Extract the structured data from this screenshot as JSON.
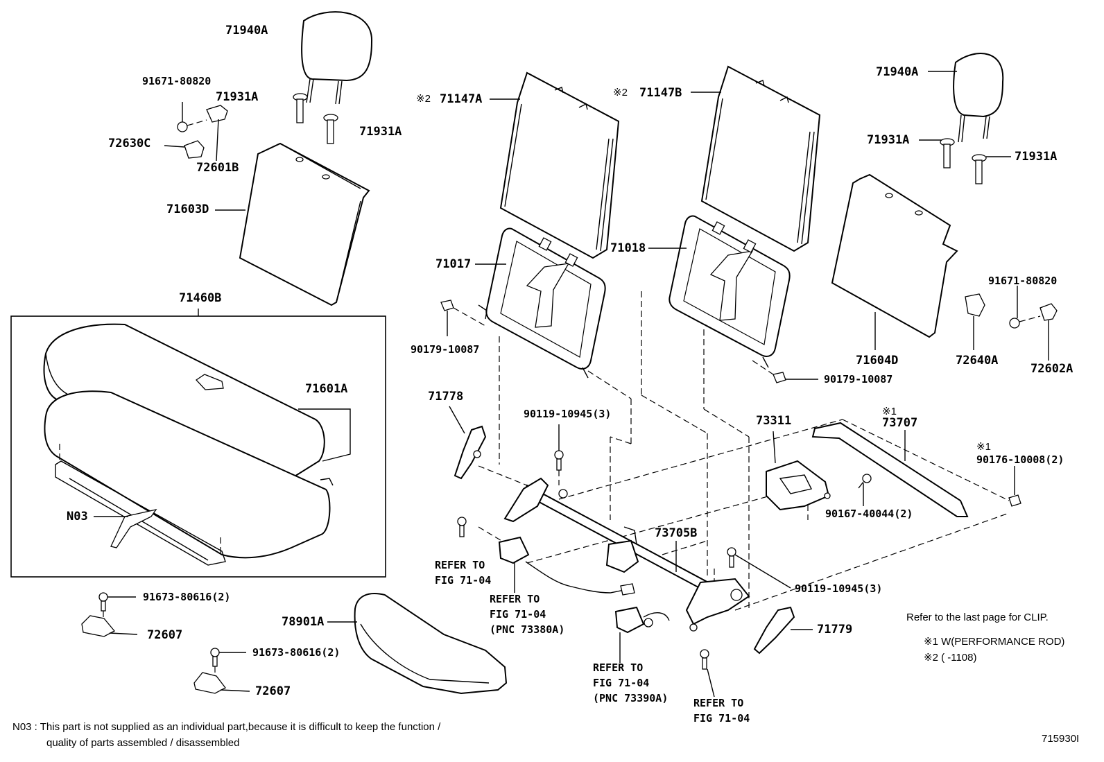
{
  "labels": {
    "p71940A_l": "71940A",
    "p91671_80820_l": "91671-80820",
    "p71931A_l1": "71931A",
    "p71931A_l2": "71931A",
    "p72630C": "72630C",
    "p72601B": "72601B",
    "p71603D": "71603D",
    "p71460B": "71460B",
    "p71601A": "71601A",
    "pN03": "N03",
    "p71147A_mark": "※2",
    "p71147A": "71147A",
    "p71147B_mark": "※2",
    "p71147B": "71147B",
    "p71017": "71017",
    "p71018": "71018",
    "p90179_l": "90179-10087",
    "p90179_r": "90179-10087",
    "p71940A_r": "71940A",
    "p71931A_r1": "71931A",
    "p71931A_r2": "71931A",
    "p91671_80820_r": "91671-80820",
    "p71604D": "71604D",
    "p72640A": "72640A",
    "p72602A": "72602A",
    "p71778": "71778",
    "p90119_top": "90119-10945(3)",
    "p73311": "73311",
    "p73707_mark": "※1",
    "p73707": "73707",
    "p90176_mark": "※1",
    "p90176": "90176-10008(2)",
    "p90167": "90167-40044(2)",
    "p73705B": "73705B",
    "p90119_bot": "90119-10945(3)",
    "p71779": "71779",
    "p91673_a": "91673-80616(2)",
    "p72607_a": "72607",
    "p91673_b": "91673-80616(2)",
    "p72607_b": "72607",
    "p78901A": "78901A"
  },
  "refers": {
    "r1_line1": "REFER TO",
    "r1_line2": "FIG 71-04",
    "r2_line1": "REFER TO",
    "r2_line2": "FIG 71-04",
    "r2_line3": "(PNC 73380A)",
    "r3_line1": "REFER TO",
    "r3_line2": "FIG 71-04",
    "r3_line3": "(PNC 73390A)",
    "r4_line1": "REFER TO",
    "r4_line2": "FIG 71-04"
  },
  "notes": {
    "clip_note": "Refer to the last page for CLIP.",
    "mark1_note": "※1 W(PERFORMANCE ROD)",
    "mark2_note": "※2 (        -1108)",
    "n03_line1": "N03 : This part is not supplied as an individual part,because it is difficult to keep the function /",
    "n03_line2": "quality of parts assembled / disassembled",
    "figure_id": "715930I"
  }
}
